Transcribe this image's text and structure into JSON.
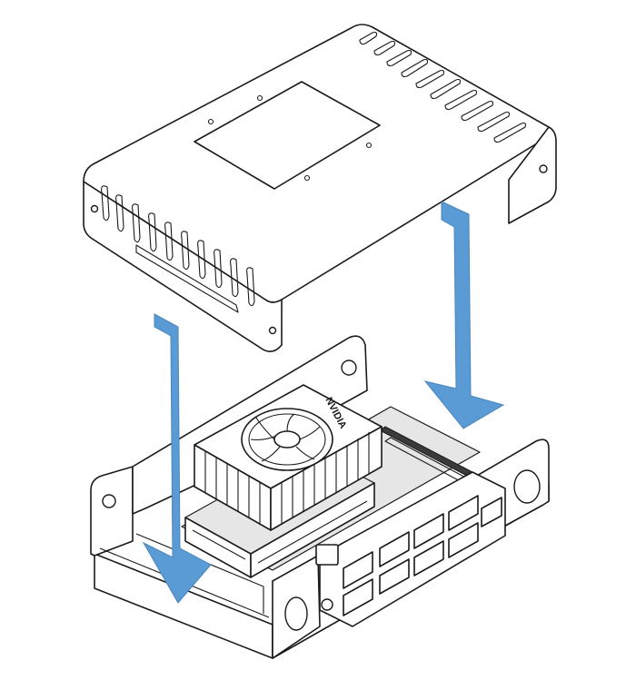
{
  "figure": {
    "components": [
      "top-cover",
      "base-chassis",
      "compute-module",
      "cooling-fan",
      "io-ports"
    ],
    "heatsink_brand": "NVIDIA",
    "arrow_color": "#5a9bd5",
    "line_color": "#1a1a1a",
    "arrow_direction": "down",
    "arrow_count": 2
  }
}
